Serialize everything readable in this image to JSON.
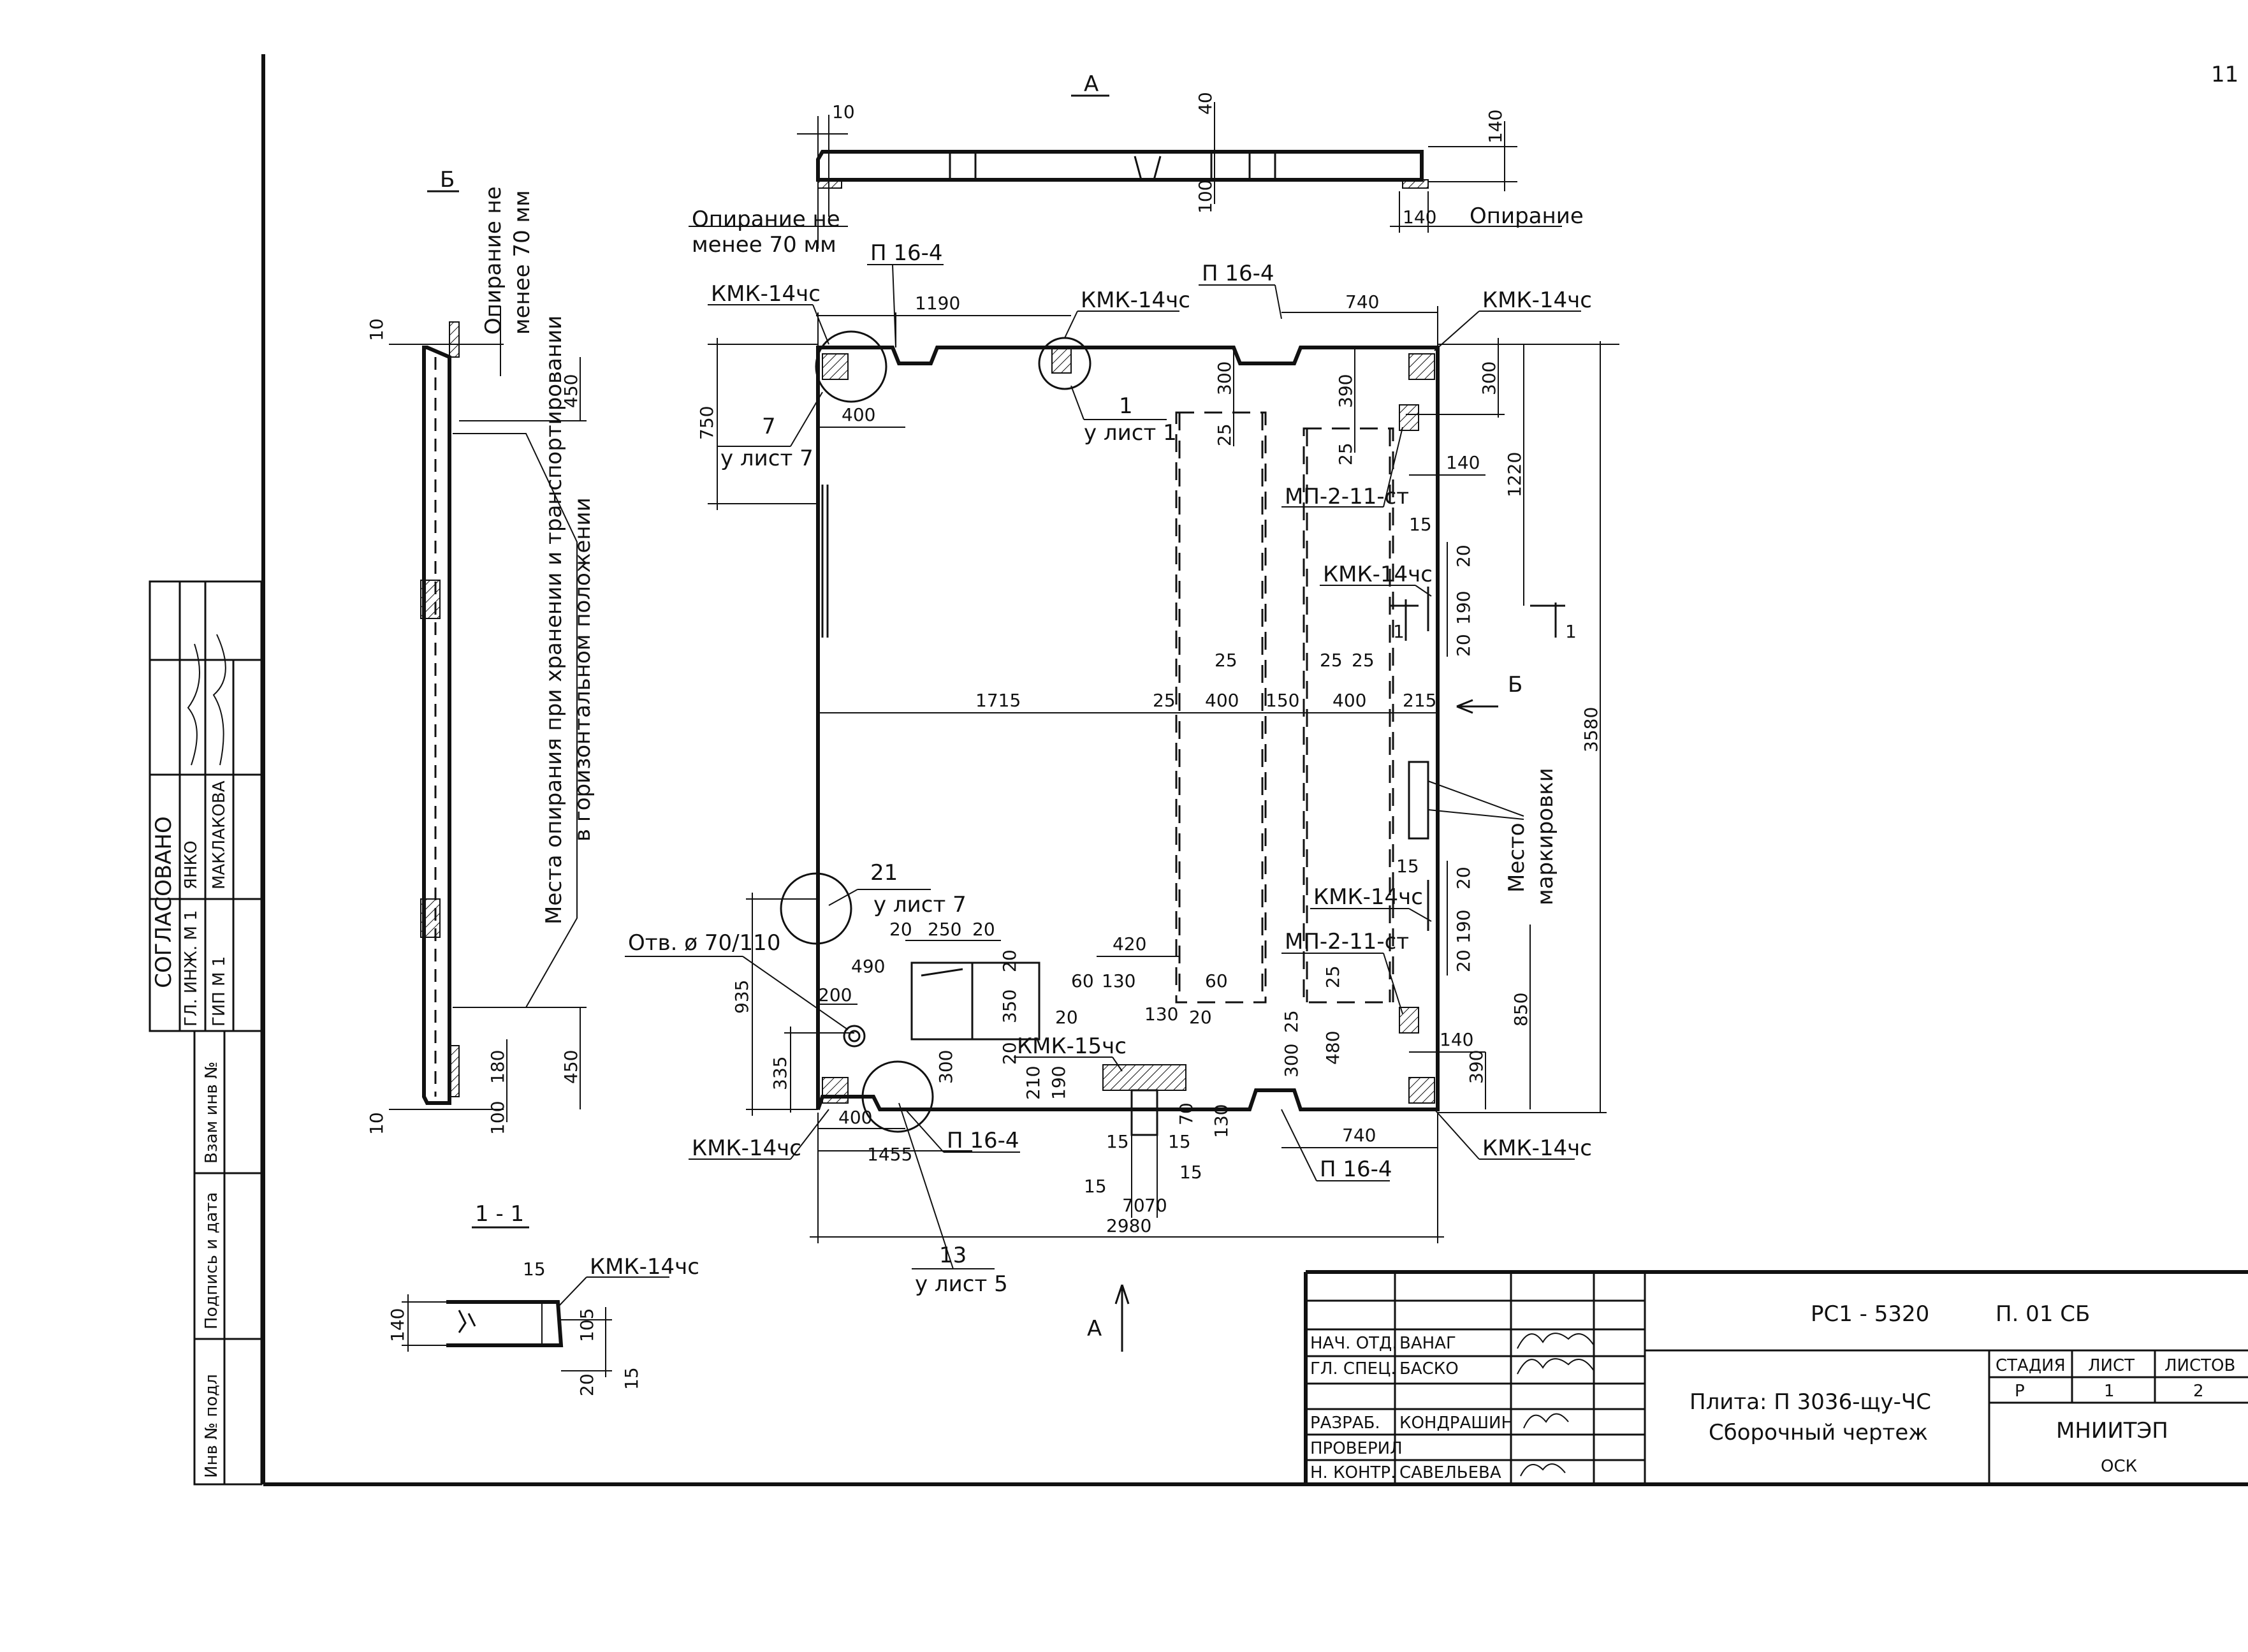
{
  "sheet_number": "11",
  "section_a": "А",
  "section_b": "Б",
  "section_11": "1 - 1",
  "support_min": [
    "Опирание не",
    "менее 70 мм"
  ],
  "support_min_vertical": [
    "Опирание не",
    "менее 70 мм"
  ],
  "support": "Опирание",
  "storage_note": [
    "Места опирания при хранении и транспортировании",
    "в горизонтальном положении"
  ],
  "marking_place": [
    "Место",
    "маркировки"
  ],
  "hole_note": "Отв. ø 70/110",
  "labels": {
    "p164": "П 16-4",
    "kmk14": "КМК-14чс",
    "kmk15": "КМК-15чс",
    "mp211": "МП-2-11-ст",
    "ref7": "7",
    "ref7_sheet": "у лист 7",
    "ref1": "1",
    "ref1_sheet": "у лист 1",
    "ref21": "21",
    "ref21_sheet": "у лист 7",
    "ref13": "13",
    "ref13_sheet": "у лист 5",
    "cut1": "1"
  },
  "dims": {
    "d10": "10",
    "d40": "40",
    "d100": "100",
    "d140": "140",
    "d1190": "1190",
    "d740": "740",
    "d750": "750",
    "d400": "400",
    "d300": "300",
    "d390": "390",
    "d25": "25",
    "d1220": "1220",
    "d15": "15",
    "d20": "20",
    "d190": "190",
    "d1715": "1715",
    "d150": "150",
    "d215": "215",
    "d3580": "3580",
    "d250": "250",
    "d490": "490",
    "d200": "200",
    "d420": "420",
    "d60": "60",
    "d130": "130",
    "d350": "350",
    "d210": "210",
    "d70": "70",
    "d935": "935",
    "d335": "335",
    "d1455": "1455",
    "d2980": "2980",
    "d850": "850",
    "d480": "480",
    "d450": "450",
    "d180": "180",
    "d105": "105"
  },
  "approval": {
    "title": "СОГЛАСОВАНО",
    "rows": [
      {
        "role": "ГЛ. ИНЖ. М 1",
        "name": "ЯНКО"
      },
      {
        "role": "ГИП М 1",
        "name": "МАКЛАКОВА"
      }
    ]
  },
  "side_stamp": [
    "Взам инв №",
    "Подпись и дата",
    "Инв № подл"
  ],
  "title_block": {
    "code": "РС1 - 5320",
    "sheet_code": "П. 01 СБ",
    "rows": [
      {
        "role": "НАЧ. ОТД.",
        "name": "ВАНАГ"
      },
      {
        "role": "ГЛ. СПЕЦ.",
        "name": "БАСКО"
      },
      {
        "role": "",
        "name": ""
      },
      {
        "role": "РАЗРАБ.",
        "name": "КОНДРАШИН"
      },
      {
        "role": "ПРОВЕРИЛ",
        "name": ""
      },
      {
        "role": "Н. КОНТР.",
        "name": "САВЕЛЬЕВА"
      }
    ],
    "product": "Плита:  П 3036-щу-ЧС",
    "drawing_type": "Сборочный чертеж",
    "stage_h": "СТАДИЯ",
    "sheet_h": "ЛИСТ",
    "sheets_h": "ЛИСТОВ",
    "stage": "Р",
    "sheet": "1",
    "sheets": "2",
    "org": "МНИИТЭП",
    "dept": "ОСК"
  }
}
